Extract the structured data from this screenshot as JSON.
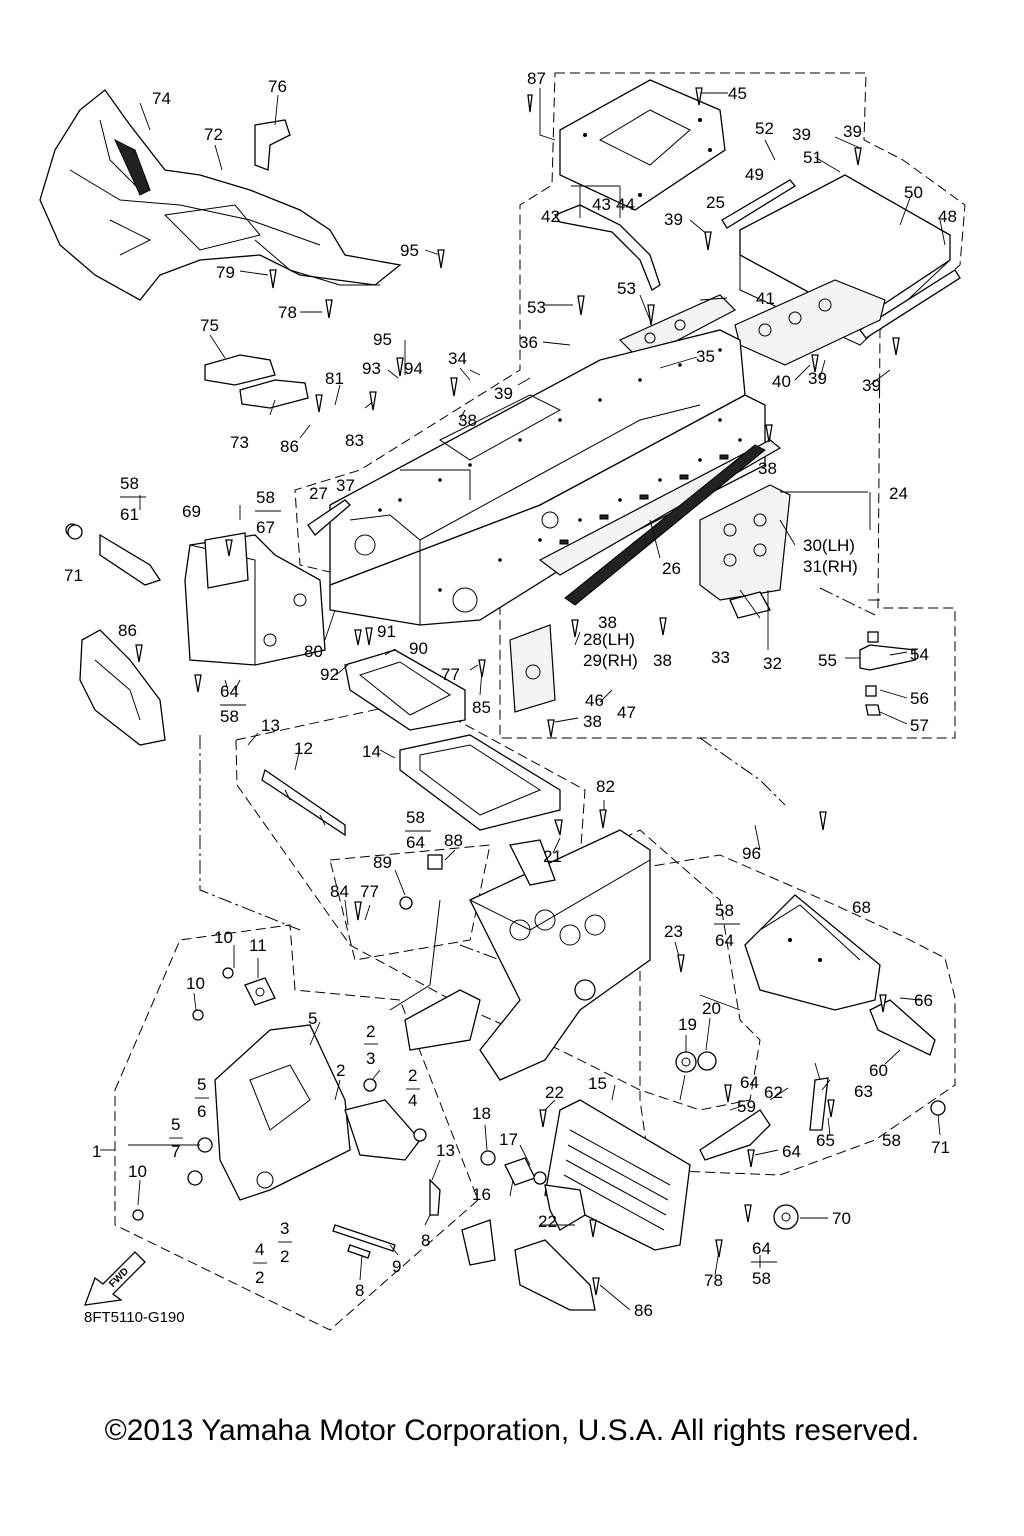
{
  "diagram": {
    "code": "8FT5110-G190",
    "copyright": "©2013 Yamaha Motor Corporation, U.S.A. All rights reserved.",
    "fwd_label": "FWD",
    "callouts": {
      "c1": "1",
      "c2a": "2",
      "c2b": "2",
      "c2c": "2",
      "c2d": "2",
      "c3a": "3",
      "c3b": "3",
      "c4a": "4",
      "c4b": "4",
      "c5a": "5",
      "c5b": "5",
      "c5c": "5",
      "c6": "6",
      "c7": "7",
      "c8a": "8",
      "c8b": "8",
      "c9": "9",
      "c10a": "10",
      "c10b": "10",
      "c10c": "10",
      "c11": "11",
      "c12": "12",
      "c13a": "13",
      "c13b": "13",
      "c14": "14",
      "c15": "15",
      "c16": "16",
      "c17": "17",
      "c18": "18",
      "c19": "19",
      "c20": "20",
      "c21": "21",
      "c22a": "22",
      "c22b": "22",
      "c23": "23",
      "c24": "24",
      "c25": "25",
      "c26": "26",
      "c27": "27",
      "c28": "28(LH)",
      "c29": "29(RH)",
      "c30": "30(LH)",
      "c31": "31(RH)",
      "c32": "32",
      "c33": "33",
      "c34": "34",
      "c35": "35",
      "c36": "36",
      "c37": "37",
      "c38a": "38",
      "c38b": "38",
      "c38c": "38",
      "c38d": "38",
      "c38e": "38",
      "c39a": "39",
      "c39b": "39",
      "c39c": "39",
      "c39d": "39",
      "c39e": "39",
      "c39f": "39",
      "c40": "40",
      "c41": "41",
      "c42": "42",
      "c43": "43",
      "c44": "44",
      "c45": "45",
      "c46": "46",
      "c47": "47",
      "c48": "48",
      "c49": "49",
      "c50": "50",
      "c51": "51",
      "c52": "52",
      "c53a": "53",
      "c53b": "53",
      "c54": "54",
      "c55": "55",
      "c56": "56",
      "c57": "57",
      "c58a": "58",
      "c58b": "58",
      "c58c": "58",
      "c58d": "58",
      "c58e": "58",
      "c58f": "58",
      "c58g": "58",
      "c59": "59",
      "c60": "60",
      "c61": "61",
      "c62": "62",
      "c63": "63",
      "c64a": "64",
      "c64b": "64",
      "c64c": "64",
      "c64d": "64",
      "c64e": "64",
      "c64f": "64",
      "c65": "65",
      "c66": "66",
      "c67": "67",
      "c68": "68",
      "c69": "69",
      "c70": "70",
      "c71a": "71",
      "c71b": "71",
      "c72": "72",
      "c73": "73",
      "c74": "74",
      "c75": "75",
      "c76": "76",
      "c77a": "77",
      "c77b": "77",
      "c78a": "78",
      "c78b": "78",
      "c79": "79",
      "c80": "80",
      "c81": "81",
      "c82": "82",
      "c83": "83",
      "c84": "84",
      "c85": "85",
      "c86a": "86",
      "c86b": "86",
      "c86c": "86",
      "c87": "87",
      "c88": "88",
      "c89": "89",
      "c90": "90",
      "c91": "91",
      "c92": "92",
      "c93": "93",
      "c94": "94",
      "c95a": "95",
      "c95b": "95",
      "c96": "96"
    }
  }
}
